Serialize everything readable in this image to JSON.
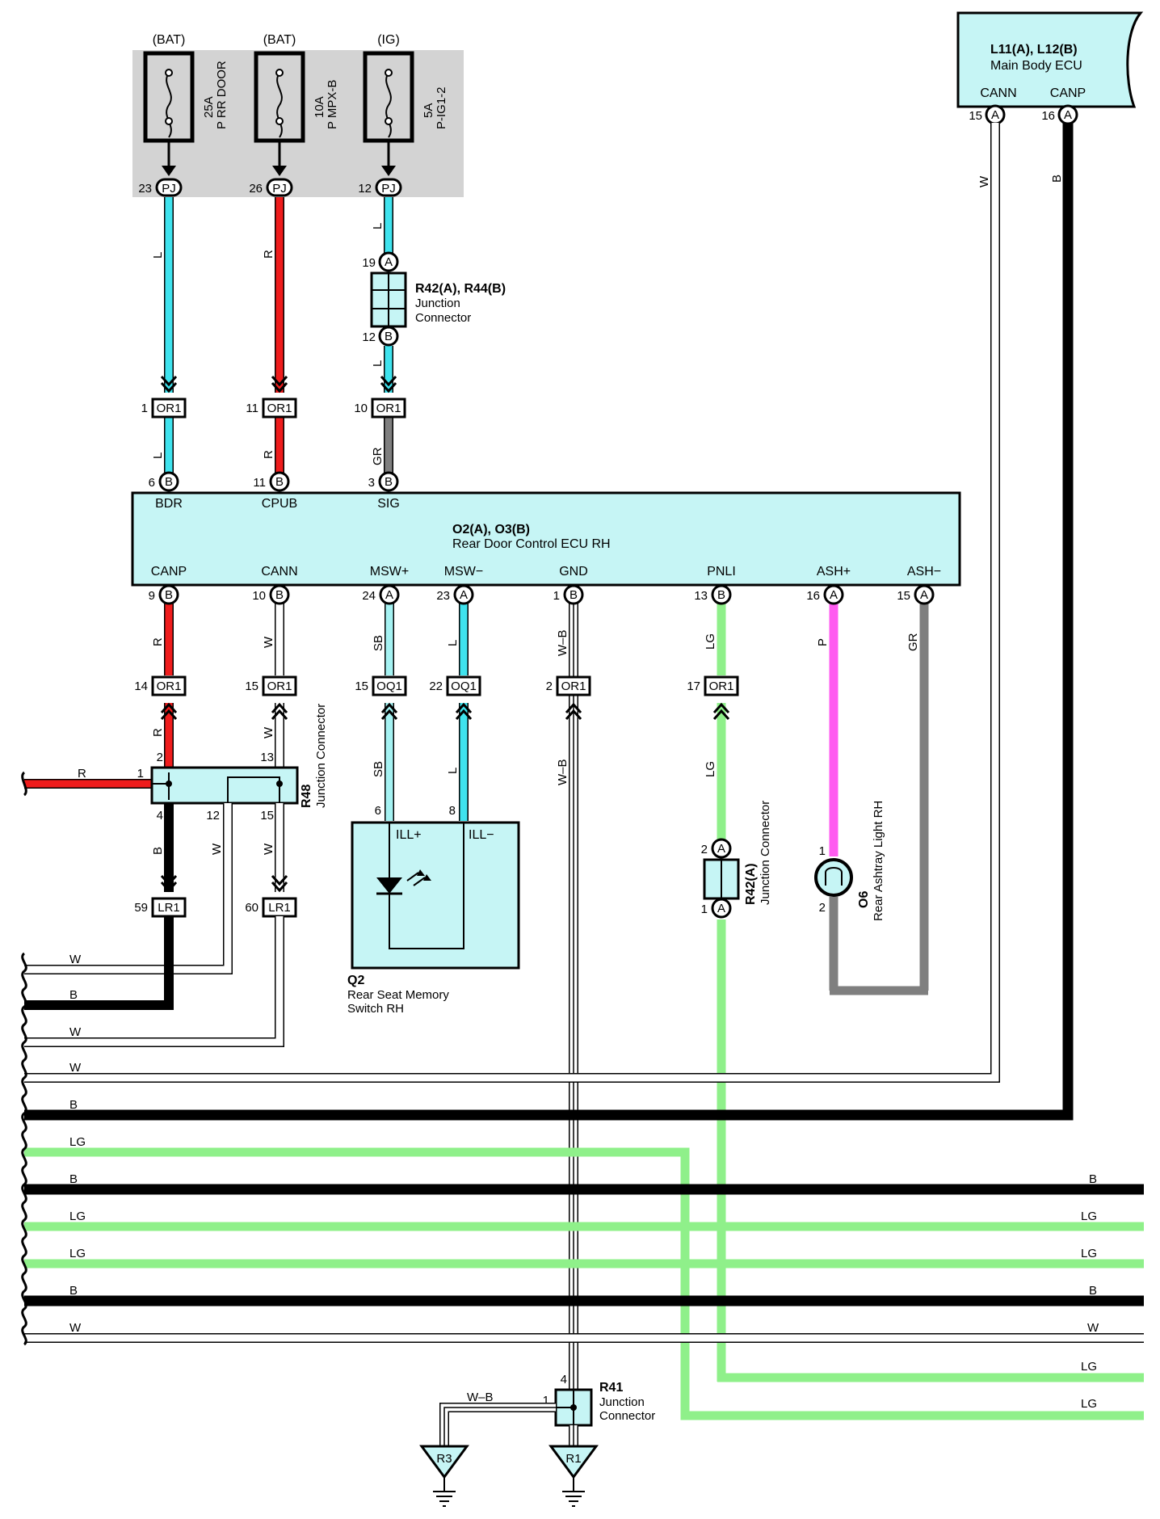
{
  "fuse_sources": [
    "(BAT)",
    "(BAT)",
    "(IG)"
  ],
  "fuses": [
    {
      "rating": "25A",
      "name": "P RR DOOR",
      "pin": "23",
      "conn": "PJ"
    },
    {
      "rating": "10A",
      "name": "P MPX-B",
      "pin": "26",
      "conn": "PJ"
    },
    {
      "rating": "5A",
      "name": "P-IG1-2",
      "pin": "12",
      "conn": "PJ"
    }
  ],
  "main_body_ecu": {
    "ref": "L11(A), L12(B)",
    "name": "Main Body ECU",
    "term1": "CANN",
    "term2": "CANP",
    "pin1": "15",
    "pin2": "16",
    "conn": "A"
  },
  "junction_r42_top": {
    "ref": "R42(A), R44(B)",
    "line1": "Junction",
    "line2": "Connector",
    "pin_top": "19",
    "conn_top": "A",
    "pin_bottom": "12",
    "conn_bottom": "B"
  },
  "rear_door_ecu": {
    "ref": "O2(A), O3(B)",
    "name": "Rear Door Control ECU RH",
    "top_terminals": [
      {
        "label": "BDR",
        "pin": "6",
        "conn": "B"
      },
      {
        "label": "CPUB",
        "pin": "11",
        "conn": "B"
      },
      {
        "label": "SIG",
        "pin": "3",
        "conn": "B"
      }
    ],
    "bottom_terminals": [
      {
        "label": "CANP",
        "pin": "9",
        "conn": "B"
      },
      {
        "label": "CANN",
        "pin": "10",
        "conn": "B"
      },
      {
        "label": "MSW+",
        "pin": "24",
        "conn": "A"
      },
      {
        "label": "MSW−",
        "pin": "23",
        "conn": "A"
      },
      {
        "label": "GND",
        "pin": "1",
        "conn": "B"
      },
      {
        "label": "PNLI",
        "pin": "13",
        "conn": "B"
      },
      {
        "label": "ASH+",
        "pin": "16",
        "conn": "A"
      },
      {
        "label": "ASH−",
        "pin": "15",
        "conn": "A"
      }
    ]
  },
  "inline_connectors_top": [
    {
      "pin": "1",
      "name": "OR1"
    },
    {
      "pin": "11",
      "name": "OR1"
    },
    {
      "pin": "10",
      "name": "OR1"
    }
  ],
  "inline_connectors_bottom": [
    {
      "pin": "14",
      "name": "OR1"
    },
    {
      "pin": "15",
      "name": "OR1"
    },
    {
      "pin": "15",
      "name": "OQ1"
    },
    {
      "pin": "22",
      "name": "OQ1"
    },
    {
      "pin": "2",
      "name": "OR1"
    },
    {
      "pin": "17",
      "name": "OR1"
    }
  ],
  "lr1_connectors": [
    {
      "pin": "59",
      "name": "LR1"
    },
    {
      "pin": "60",
      "name": "LR1"
    }
  ],
  "r48": {
    "ref": "R48",
    "line1": "Junction Connector",
    "pins": [
      "1",
      "2",
      "13",
      "4",
      "12",
      "15"
    ]
  },
  "q2": {
    "ref": "Q2",
    "line1": "Rear Seat Memory",
    "line2": "Switch RH",
    "term1": "ILL+",
    "term2": "ILL−",
    "pin1": "6",
    "pin2": "8"
  },
  "r42_mid": {
    "ref": "R42(A)",
    "line1": "Junction Connector",
    "pin_top": "2",
    "pin_bottom": "1",
    "conn": "A"
  },
  "o6": {
    "ref": "O6",
    "line1": "Rear Ashtray Light RH",
    "pin_top": "1",
    "pin_bottom": "2"
  },
  "r41": {
    "ref": "R41",
    "line1": "Junction",
    "line2": "Connector",
    "pin_top": "4",
    "pin_left": "1"
  },
  "grounds": [
    "R3",
    "R1"
  ],
  "wire_colors": {
    "L": "#3fe3ee",
    "R": "#ef1c1c",
    "GR": "#7f7f7f",
    "SB": "#a5f2f2",
    "W": "#ffffff",
    "B": "#000000",
    "LG": "#8ff08a",
    "P": "#ff5bf0",
    "W-B": "#ffffff"
  },
  "wire_labels": {
    "bdr_upper": "L",
    "bdr_lower": "L",
    "cpub_upper": "R",
    "cpub_lower": "R",
    "sig_upper": "L",
    "sig_mid": "L",
    "sig_lower": "GR",
    "canp_upper": "R",
    "canp_lower": "R",
    "cann_upper": "W",
    "cann_lower": "W",
    "msw_p_upper": "SB",
    "msw_p_lower": "SB",
    "msw_m_upper": "L",
    "msw_m_lower": "L",
    "gnd_upper": "W–B",
    "gnd_lower": "W–B",
    "pnli_upper": "LG",
    "pnli_lower": "LG",
    "ash_p": "P",
    "ash_m": "GR",
    "r48_b": "B",
    "r48_w12": "W",
    "r48_w15": "W",
    "ecu_cann": "W",
    "ecu_canp": "B",
    "r48_in": "R",
    "ground_wb": "W–B"
  },
  "bus_lines_left": [
    "W",
    "B",
    "W",
    "W",
    "B",
    "LG",
    "B",
    "LG",
    "LG",
    "B",
    "W"
  ],
  "bus_lines_right": [
    "B",
    "LG",
    "LG",
    "B",
    "W",
    "LG",
    "LG"
  ]
}
